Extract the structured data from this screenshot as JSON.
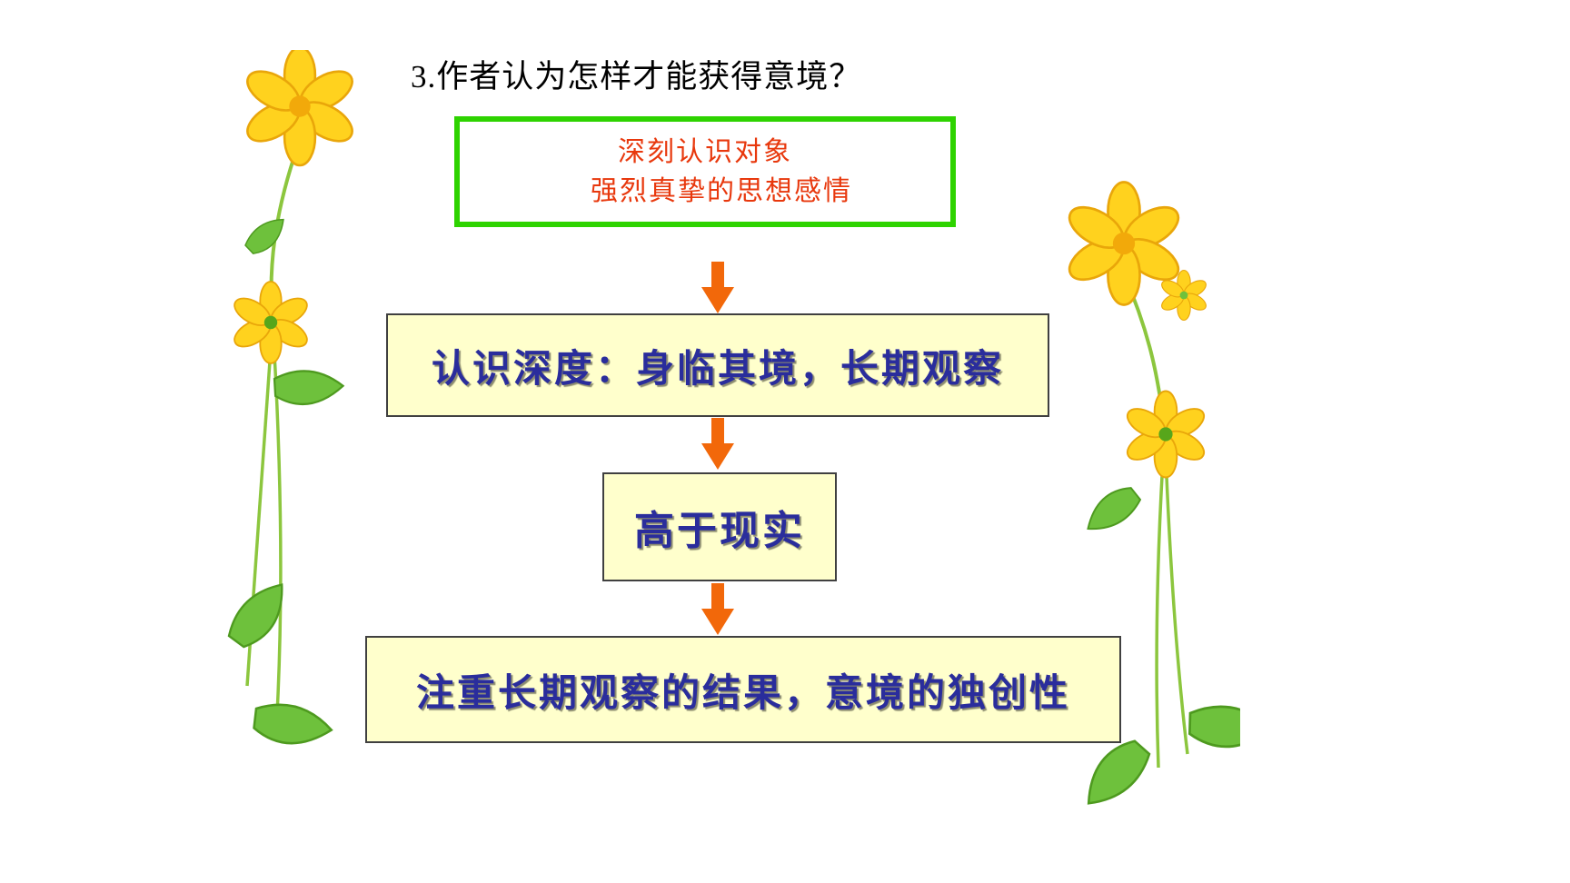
{
  "slide": {
    "title": "3.作者认为怎样才能获得意境？",
    "top_box": {
      "line1": "深刻认识对象",
      "line2": "强烈真挚的思想感情",
      "border_color": "#2ed300",
      "text_color": "#e8380d"
    },
    "flow_boxes": [
      {
        "label": "认识深度：身临其境，长期观察"
      },
      {
        "label": "高于现实"
      },
      {
        "label": "注重长期观察的结果，意境的独创性"
      }
    ],
    "icons": {
      "down_arrow": "down-arrow-icon",
      "left_decoration": "flower-decoration-left",
      "right_decoration": "flower-decoration-right"
    },
    "colors": {
      "arrow": "#f2680a",
      "flow_box_fill": "#ffffcc",
      "flow_box_border": "#404040",
      "flow_text": "#2a2d9c",
      "background": "#ffffff"
    }
  }
}
